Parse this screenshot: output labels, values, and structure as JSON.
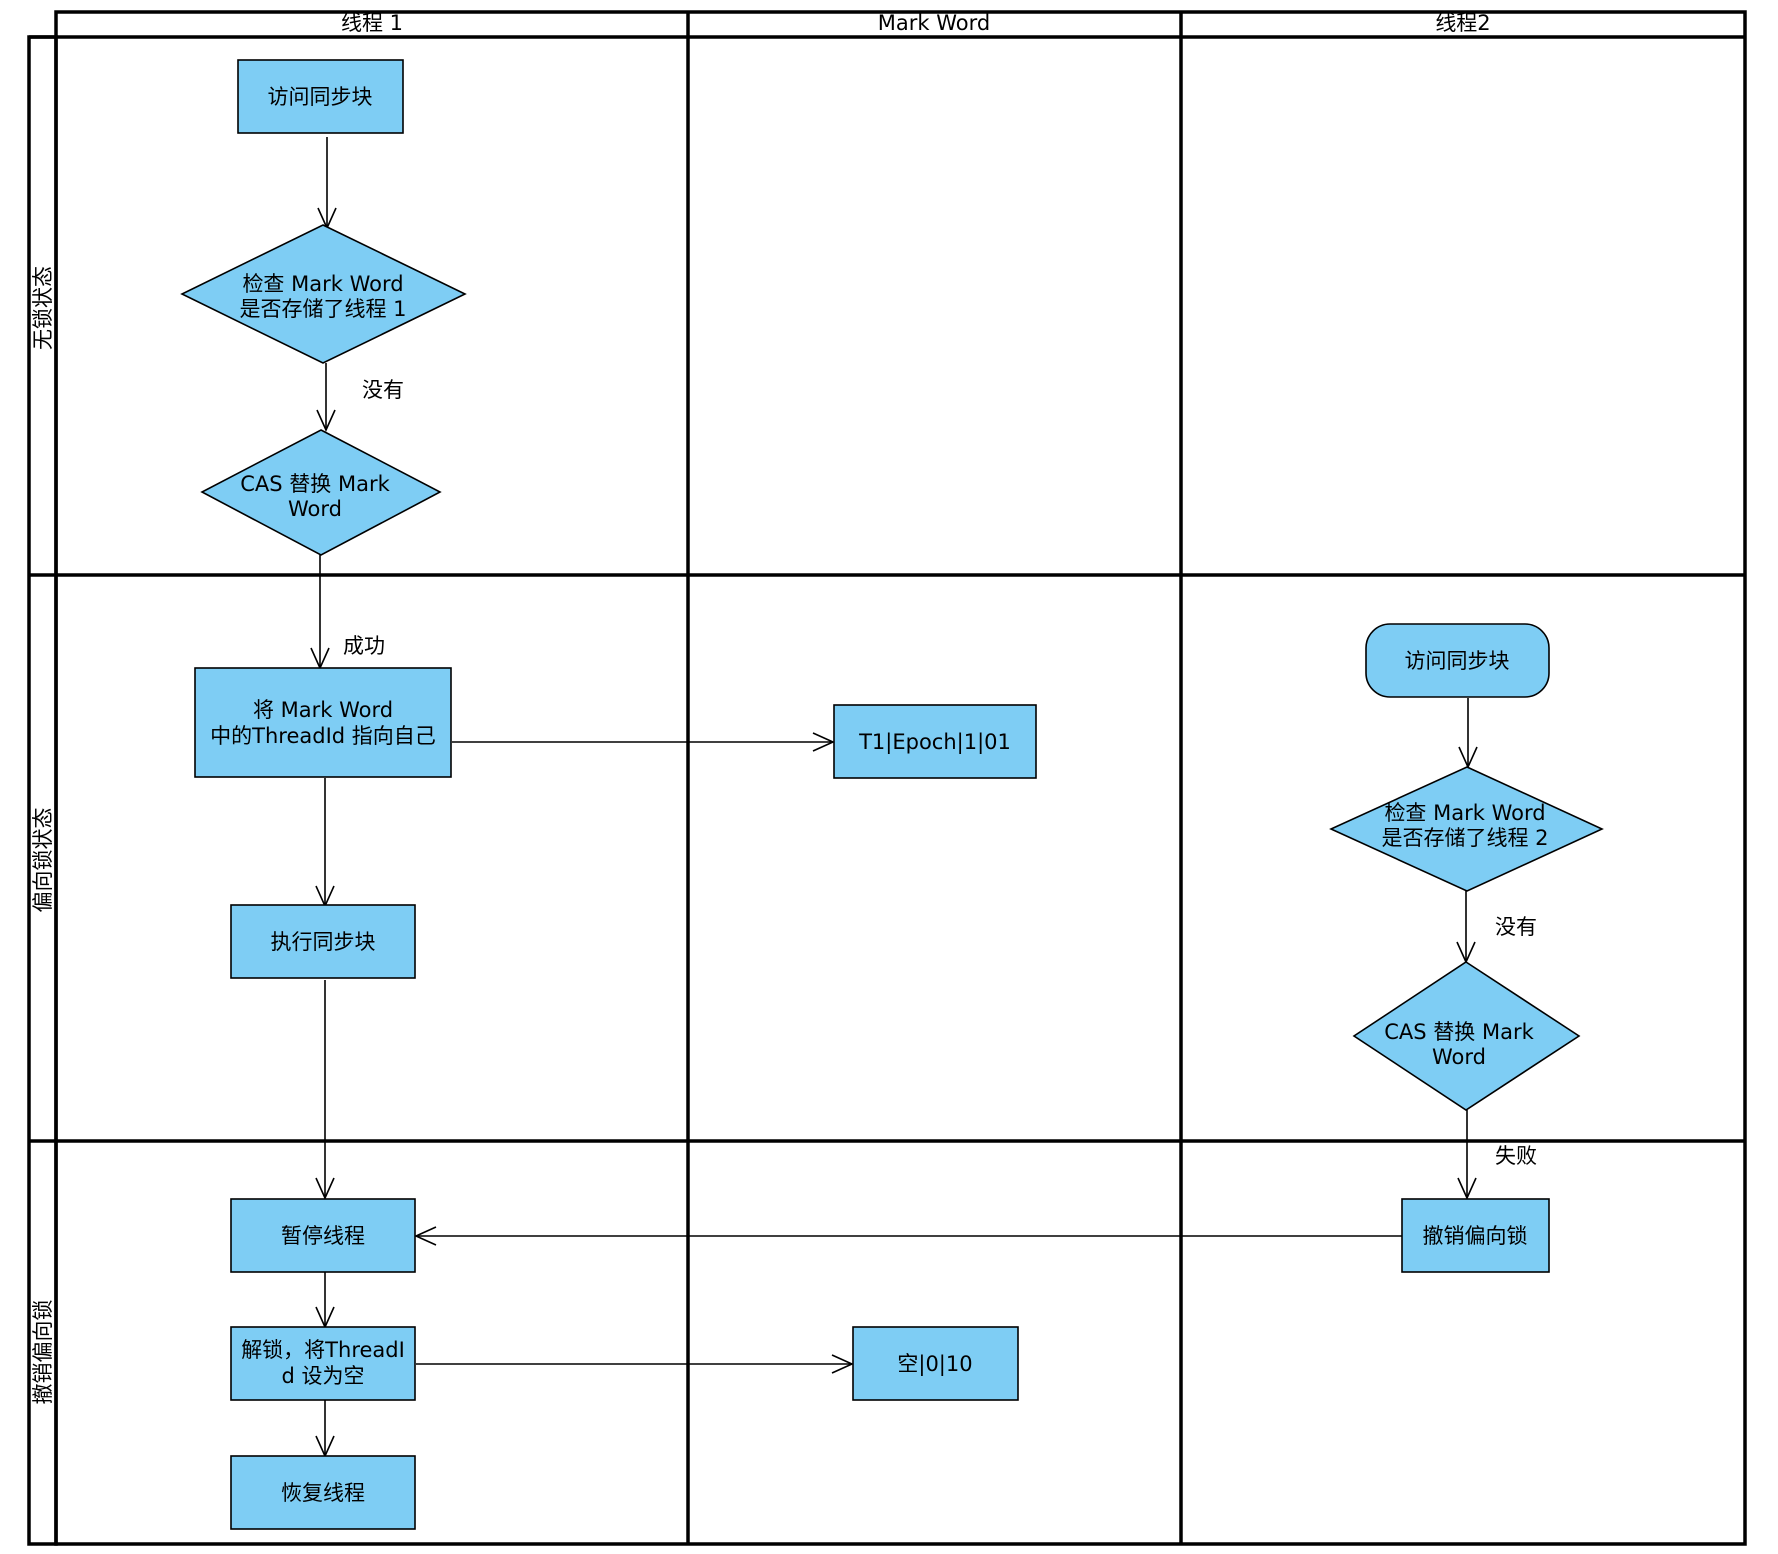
{
  "columns": {
    "thread1": "线程 1",
    "markword": "Mark Word",
    "thread2": "线程2"
  },
  "rows": {
    "unlocked": "无锁状态",
    "biased": "偏向锁状态",
    "revoke": "撤销偏向锁"
  },
  "nodes": {
    "t1_access": "访问同步块",
    "t1_check": [
      "检查 Mark Word",
      "是否存储了线程 1"
    ],
    "t1_cas": [
      "CAS 替换 Mark",
      "Word"
    ],
    "t1_set": [
      "将 Mark Word",
      "中的ThreadId 指向自己"
    ],
    "t1_exec": "执行同步块",
    "mw_biased": "T1|Epoch|1|01",
    "t2_access": "访问同步块",
    "t2_check": [
      "检查 Mark Word",
      "是否存储了线程 2"
    ],
    "t2_cas": [
      "CAS 替换 Mark",
      "Word"
    ],
    "t2_revoke": "撤销偏向锁",
    "t1_pause": "暂停线程",
    "t1_unlock": [
      "解锁，将ThreadI",
      "d 设为空"
    ],
    "t1_resume": "恢复线程",
    "mw_empty": "空|0|10"
  },
  "edge_labels": {
    "t1_no": "没有",
    "t1_success": "成功",
    "t2_no": "没有",
    "t2_fail": "失败"
  },
  "colors": {
    "node_fill": "#7ecdf4",
    "stroke": "#000000"
  }
}
